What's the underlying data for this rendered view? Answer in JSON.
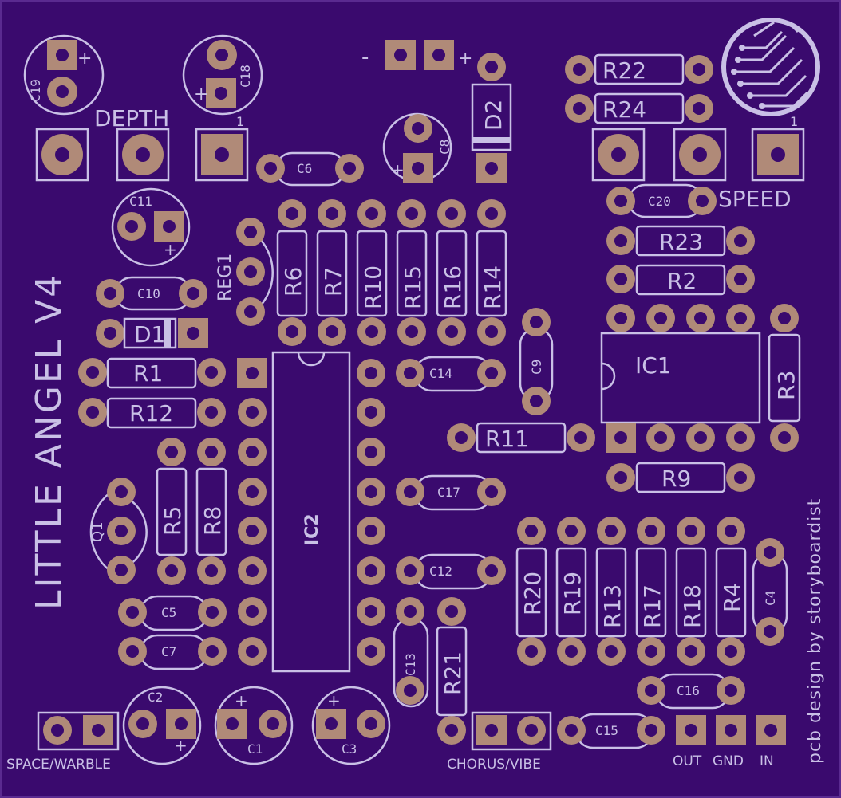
{
  "board": {
    "title": "LITTLE ANGEL V4",
    "credit": "pcb design by storyboardist"
  },
  "labels": {
    "depth": "DEPTH",
    "speed": "SPEED",
    "space_warble": "SPACE/WARBLE",
    "chorus_vibe": "CHORUS/VIBE",
    "out": "OUT",
    "gnd": "GND",
    "in": "IN",
    "minus": "-",
    "plus": "+",
    "pin1": "1"
  },
  "components": {
    "resistors": [
      "R1",
      "R2",
      "R3",
      "R4",
      "R5",
      "R6",
      "R7",
      "R8",
      "R9",
      "R10",
      "R11",
      "R12",
      "R13",
      "R14",
      "R15",
      "R16",
      "R17",
      "R18",
      "R19",
      "R20",
      "R21",
      "R22",
      "R23",
      "R24"
    ],
    "capacitors": [
      "C1",
      "C2",
      "C3",
      "C4",
      "C5",
      "C6",
      "C7",
      "C8",
      "C9",
      "C10",
      "C11",
      "C12",
      "C13",
      "C14",
      "C15",
      "C16",
      "C17",
      "C18",
      "C19",
      "C20"
    ],
    "diodes": [
      "D1",
      "D2"
    ],
    "ics": [
      "IC1",
      "IC2"
    ],
    "transistor": "Q1",
    "regulator": "REG1"
  }
}
